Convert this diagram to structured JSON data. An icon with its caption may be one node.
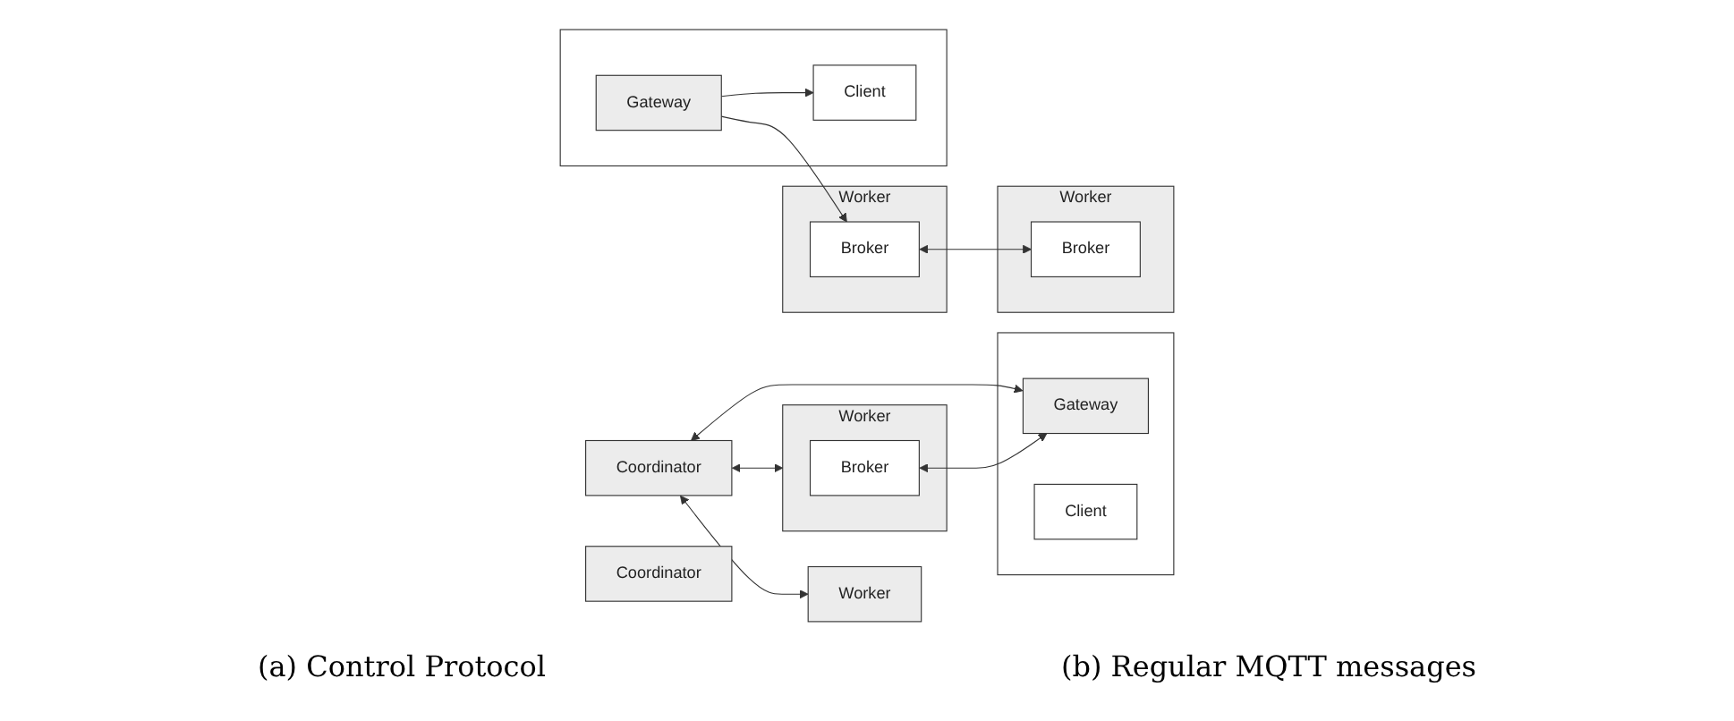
{
  "diagram": {
    "nodes": [
      {
        "text": [
          "Coordinator"
        ]
      },
      {
        "text": [
          "Worker"
        ]
      },
      {
        "text": [
          "Broker"
        ],
        "in": 1
      },
      {
        "text": [
          "Worker"
        ]
      },
      {
        "text": [],
        "shape": "box"
      },
      {
        "text": [
          "Gateway"
        ],
        "in": 4
      },
      {
        "text": [
          "Client"
        ],
        "in": 4
      },
      {
        "text": [
          "Coordinator"
        ]
      },
      {
        "text": [
          "Worker"
        ]
      },
      {
        "text": [
          "Broker"
        ],
        "in": 8
      },
      {
        "text": [
          "Worker"
        ]
      },
      {
        "text": [
          "Broker"
        ],
        "in": 10
      },
      {
        "text": [],
        "shape": "box"
      },
      {
        "text": [
          "Gateway"
        ],
        "in": 12
      },
      {
        "text": [
          "Client"
        ],
        "in": 12
      }
    ],
    "edges": [
      {
        "from": 0,
        "to": 1,
        "arrow": "both"
      },
      {
        "from": 0,
        "to": 3,
        "arrow": "both"
      },
      {
        "from": 2,
        "to": 5,
        "arrow": "both"
      },
      {
        "from": 5,
        "to": 0,
        "arrow": "both"
      },
      {
        "from": 9,
        "to": 11,
        "arrow": "both"
      },
      {
        "from": 13,
        "to": 9,
        "arrow": "to"
      },
      {
        "from": 13,
        "to": 14,
        "arrow": "to"
      }
    ],
    "labels": [
      "(a) Control Protocol",
      "(b) Regular MQTT messages"
    ]
  }
}
